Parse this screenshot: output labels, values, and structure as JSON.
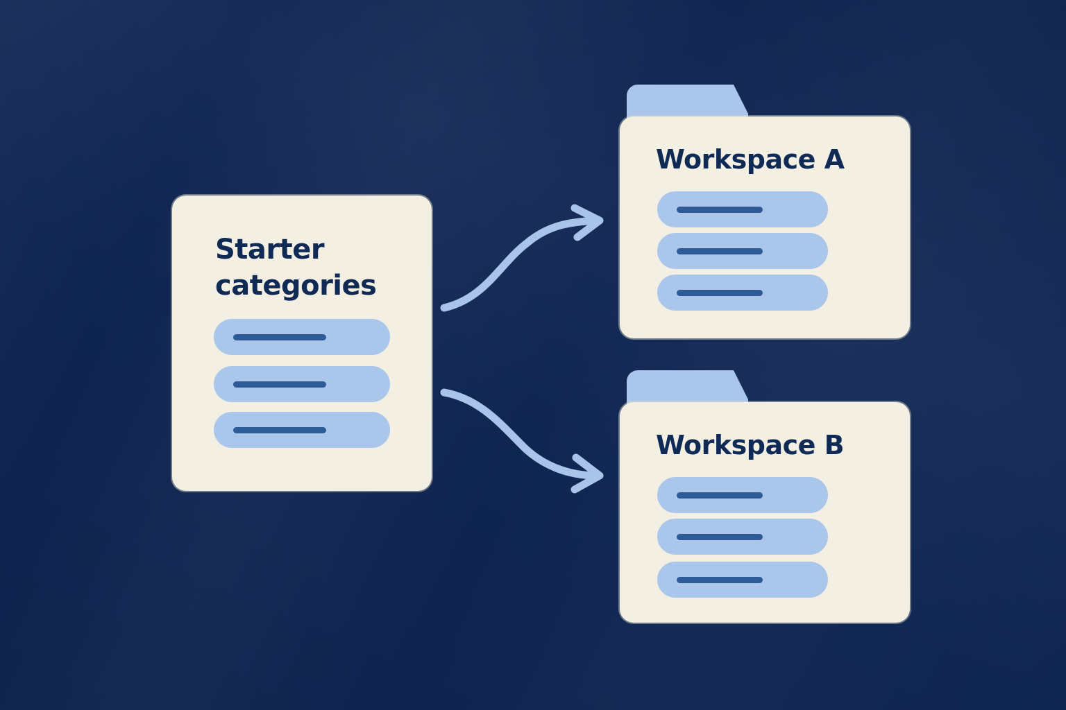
{
  "diagram": {
    "source": {
      "title": "Starter categories",
      "rows": [
        {
          "placeholder": "row"
        },
        {
          "placeholder": "row"
        },
        {
          "placeholder": "row"
        }
      ]
    },
    "targets": [
      {
        "title": "Workspace A",
        "rows": [
          {
            "placeholder": "row"
          },
          {
            "placeholder": "row"
          },
          {
            "placeholder": "row"
          }
        ]
      },
      {
        "title": "Workspace B",
        "rows": [
          {
            "placeholder": "row"
          },
          {
            "placeholder": "row"
          },
          {
            "placeholder": "row"
          }
        ]
      }
    ],
    "colors": {
      "background": "#0f2552",
      "card": "#f3efe2",
      "pill": "#aac6ea",
      "pill_bar": "#2f5a98",
      "text": "#102a56",
      "arrow": "#a8c4e8"
    },
    "icons": {
      "arrow_to_a": "curved-arrow-icon",
      "arrow_to_b": "curved-arrow-icon",
      "folder": "folder-icon"
    }
  }
}
